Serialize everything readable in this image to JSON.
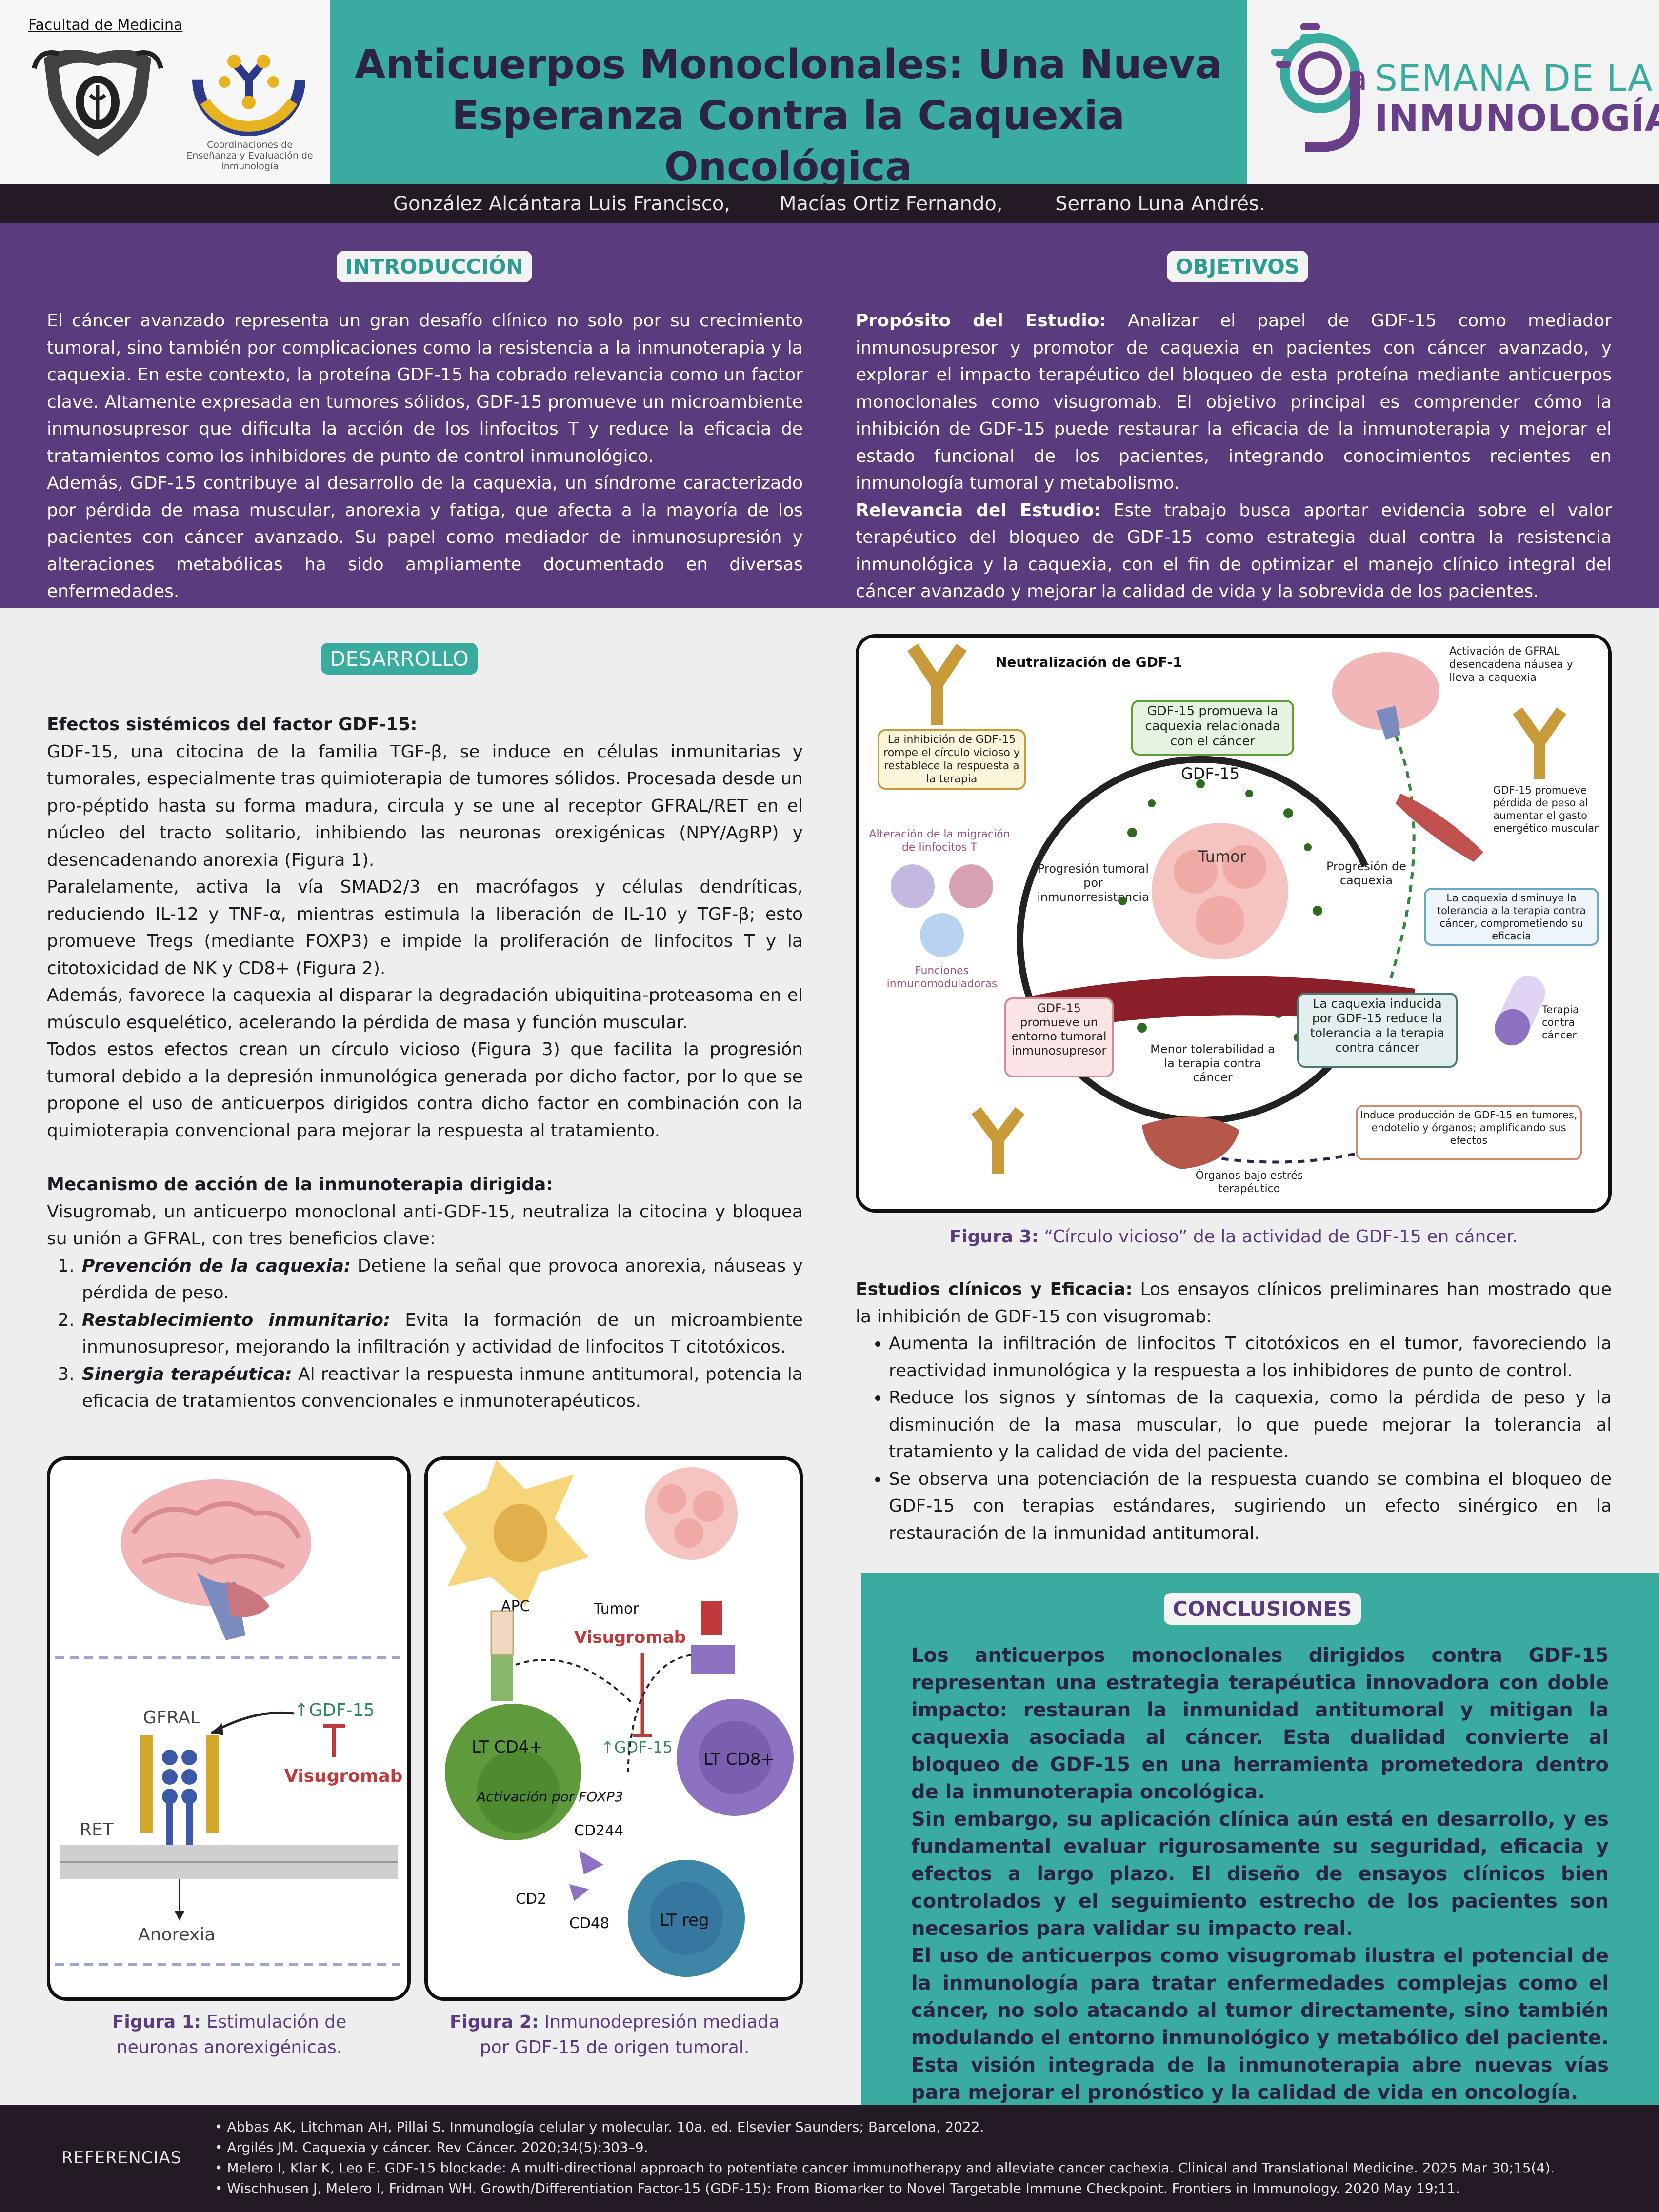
{
  "header": {
    "faculty": "Facultad de Medicina",
    "coord_text": "Coordinaciones de Enseñanza y Evaluación de Inmunología",
    "title_line1": "Anticuerpos Monoclonales: Una Nueva",
    "title_line2": "Esperanza Contra la Caquexia Oncológica",
    "event_number": "9",
    "event_suffix": "a",
    "event_line1": "SEMANA DE LA",
    "event_line2": "INMUNOLOGÍA"
  },
  "authors": [
    "González Alcántara Luis Francisco,",
    "Macías Ortiz Fernando,",
    "Serrano Luna Andrés."
  ],
  "intro": {
    "heading": "INTRODUCCIÓN",
    "p1": "El cáncer avanzado representa un gran desafío clínico no solo por su crecimiento tumoral, sino también por complicaciones como la resistencia a la inmunoterapia y la caquexia. En este contexto, la proteína GDF-15 ha cobrado relevancia como un factor clave. Altamente expresada en tumores sólidos, GDF-15 promueve un microambiente inmunosupresor que dificulta la acción de los linfocitos T y reduce la eficacia de tratamientos como los inhibidores de punto de control inmunológico.",
    "p2": "Además, GDF-15 contribuye al desarrollo de la caquexia, un síndrome caracterizado por pérdida de masa muscular, anorexia y fatiga, que afecta a la mayoría de los pacientes con cáncer avanzado. Su papel como mediador de inmunosupresión y alteraciones metabólicas ha sido ampliamente documentado en diversas enfermedades."
  },
  "objetivos": {
    "heading": "OBJETIVOS",
    "l1": "Propósito del Estudio:",
    "p1": "Analizar el papel de GDF-15 como mediador inmunosupresor y promotor de caquexia en pacientes con cáncer avanzado, y explorar el impacto terapéutico del bloqueo de esta proteína mediante anticuerpos monoclonales como visugromab. El objetivo principal es comprender cómo la inhibición de GDF-15 puede restaurar la eficacia de la inmunoterapia y mejorar el estado funcional de los pacientes, integrando conocimientos recientes en inmunología tumoral y metabolismo.",
    "l2": "Relevancia del Estudio:",
    "p2": "Este trabajo busca aportar evidencia sobre el valor terapéutico del bloqueo de GDF-15 como estrategia dual contra la resistencia inmunológica y la caquexia, con el fin de optimizar el manejo clínico integral del cáncer avanzado y mejorar la calidad de vida y la sobrevida de los pacientes."
  },
  "desarrollo": {
    "heading": "DESARROLLO",
    "h1": "Efectos sistémicos del factor GDF-15:",
    "p1": "GDF-15, una citocina de la familia TGF-β, se induce en células inmunitarias y tumorales, especialmente tras quimioterapia de tumores sólidos. Procesada desde un pro-péptido hasta su forma madura, circula y se une al receptor GFRAL/RET en el núcleo del tracto solitario, inhibiendo las neuronas orexigénicas (NPY/AgRP) y desencadenando anorexia (Figura 1).",
    "p2": "Paralelamente, activa la vía SMAD2/3 en macrófagos y células dendríticas, reduciendo IL-12 y TNF-α, mientras estimula la liberación de IL-10 y TGF-β; esto promueve Tregs (mediante FOXP3) e impide la proliferación de linfocitos T y la citotoxicidad de NK y CD8+ (Figura 2).",
    "p3": "Además, favorece la caquexia al disparar la degradación ubiquitina-proteasoma en el músculo esquelético, acelerando la pérdida de masa y función muscular.",
    "p4": "Todos estos efectos crean un círculo vicioso (Figura 3) que facilita la progresión tumoral debido a la depresión inmunológica generada por dicho factor, por lo que se propone el uso de anticuerpos dirigidos contra dicho factor en combinación con la quimioterapia convencional para mejorar la respuesta al tratamiento.",
    "h2": "Mecanismo de acción de la inmunoterapia dirigida:",
    "p5": "Visugromab, un anticuerpo monoclonal anti-GDF-15, neutraliza la citocina y bloquea su unión a GFRAL, con tres beneficios clave:",
    "items": [
      {
        "label": "Prevención de la caquexia:",
        "text": " Detiene la señal que provoca anorexia, náuseas y pérdida de peso."
      },
      {
        "label": "Restablecimiento inmunitario:",
        "text": " Evita la formación de un microambiente inmunosupresor, mejorando la infiltración y actividad de linfocitos T citotóxicos."
      },
      {
        "label": "Sinergia terapéutica:",
        "text": " Al reactivar la respuesta inmune antitumoral, potencia la eficacia de tratamientos convencionales e inmunoterapéuticos."
      }
    ]
  },
  "fig1": {
    "gfral": "GFRAL",
    "ret": "RET",
    "gdf": "↑GDF-15",
    "visu": "Visugromab",
    "anorexia": "Anorexia",
    "cap_bold": "Figura 1:",
    "cap": " Estimulación de neuronas anorexigénicas."
  },
  "fig2": {
    "apc": "APC",
    "tumor": "Tumor",
    "visu": "Visugromab",
    "gdf": "↑GDF-15",
    "cd4": "LT CD4+",
    "foxp3": "Activación por FOXP3",
    "cd8": "LT CD8+",
    "cd244": "CD244",
    "cd2": "CD2",
    "cd48": "CD48",
    "treg": "LT reg",
    "cap_bold": "Figura 2:",
    "cap": " Inmunodepresión mediada por GDF-15 de origen tumoral."
  },
  "fig3": {
    "neut": "Neutralización de GDF-1",
    "inhib": "La inhibición de GDF-15 rompe el círculo vicioso y restablece la respuesta a la terapia",
    "promueve": "GDF-15 promueva la caquexia relacionada con el cáncer",
    "gdf": "GDF-15",
    "gfral": "Activación de GFRAL desencadena náusea y lleva a caquexia",
    "peso": "GDF-15 promueve pérdida de peso al aumentar el gasto energético muscular",
    "alter": "Alteración de la migración de linfocitos T",
    "prog1": "Progresión tumoral por inmunorresistencia",
    "tumor": "Tumor",
    "prog2": "Progresión de caquexia",
    "toler": "La caquexia disminuye la tolerancia a la terapia contra cáncer, comprometiendo su eficacia",
    "func": "Funciones inmunomoduladoras",
    "entorno": "GDF-15 promueve un entorno tumoral inmunosupresor",
    "menor": "Menor tolerabilidad a la terapia contra cáncer",
    "inducida": "La caquexia inducida por GDF-15 reduce la tolerancia a la terapia contra cáncer",
    "terapia": "Terapia contra cáncer",
    "induce": "Induce producción de GDF-15 en tumores, endotelio y órganos; amplificando sus efectos",
    "organos": "Órganos bajo estrés terapéutico",
    "cap_bold": "Figura 3:",
    "cap": " “Círculo vicioso” de la actividad de GDF-15 en cáncer."
  },
  "estudios": {
    "label": "Estudios clínicos y Eficacia:",
    "intro": " Los ensayos clínicos preliminares han mostrado que la inhibición de GDF-15 con visugromab:",
    "items": [
      "Aumenta la infiltración de linfocitos T citotóxicos en el tumor, favoreciendo la reactividad inmunológica y la respuesta a los inhibidores de punto de control.",
      "Reduce los signos y síntomas de la caquexia, como la pérdida de peso y la disminución de la masa muscular, lo que puede mejorar la tolerancia al tratamiento y la calidad de vida del paciente.",
      "Se observa una potenciación de la respuesta cuando se combina el bloqueo de GDF-15 con terapias estándares, sugiriendo un efecto sinérgico en la restauración de la inmunidad antitumoral."
    ]
  },
  "conclusiones": {
    "heading": "CONCLUSIONES",
    "p1": "Los anticuerpos monoclonales dirigidos contra GDF-15 representan una estrategia terapéutica innovadora con doble impacto: restauran la inmunidad antitumoral y mitigan la caquexia asociada al cáncer. Esta dualidad convierte al bloqueo de GDF-15 en una herramienta prometedora dentro de la inmunoterapia oncológica.",
    "p2": "Sin embargo, su aplicación clínica aún está en desarrollo, y es fundamental evaluar rigurosamente su seguridad, eficacia y efectos a largo plazo. El diseño de ensayos clínicos bien controlados y el seguimiento estrecho de los pacientes son necesarios para validar su impacto real.",
    "p3": "El uso de anticuerpos como visugromab ilustra el potencial de la inmunología para tratar enfermedades complejas como el cáncer, no solo atacando al tumor directamente, sino también modulando el entorno inmunológico y metabólico del paciente. Esta visión integrada de la inmunoterapia abre nuevas vías para mejorar el pronóstico y la calidad de vida en oncología."
  },
  "references": {
    "label": "REFERENCIAS",
    "items": [
      "Abbas AK, Litchman AH, Pillai S. Inmunología celular y molecular. 10a. ed. Elsevier Saunders; Barcelona, 2022.",
      "Argilés JM. Caquexia y cáncer. Rev Cáncer. 2020;34(5):303–9.",
      "Melero I, Klar K, Leo E. GDF-15 blockade: A multi-directional approach to potentiate cancer immunotherapy and alleviate cancer cachexia. Clinical and Translational Medicine. 2025 Mar 30;15(4).",
      "Wischhusen J, Melero I, Fridman WH. Growth/Differentiation Factor-15 (GDF-15): From Biomarker to Novel Targetable Immune Checkpoint. Frontiers in Immunology. 2020 May 19;11."
    ]
  },
  "colors": {
    "teal": "#3aab9f",
    "purple": "#5a3b7e",
    "dark": "#241a26",
    "navy": "#2b2340"
  }
}
